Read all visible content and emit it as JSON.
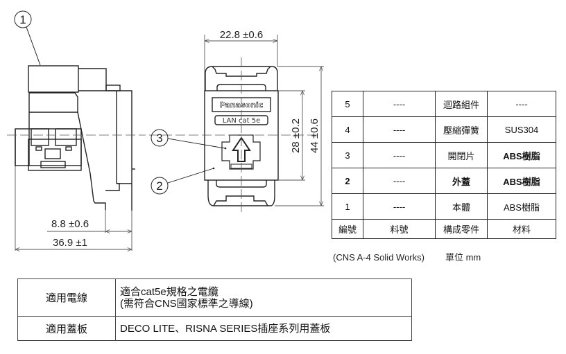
{
  "drawing": {
    "callouts": [
      "1",
      "2",
      "3"
    ],
    "dimensions": {
      "side_depth_front": "8.8 ±0.6",
      "side_depth_total": "36.9 ±1",
      "front_width": "22.8 ±0.6",
      "front_height_inner": "28 ±0.2",
      "front_height_total": "44 ±0.6"
    },
    "front_labels": {
      "brand": "Panasonic",
      "model": "LAN cat 5e"
    }
  },
  "parts_table": {
    "rows": [
      {
        "no": "5",
        "part_no": "----",
        "component": "迴路組件",
        "material": "----",
        "bold": false
      },
      {
        "no": "4",
        "part_no": "----",
        "component": "壓縮彈簧",
        "material": "SUS304",
        "bold": false
      },
      {
        "no": "3",
        "part_no": "----",
        "component": "開閉片",
        "material": "ABS樹脂",
        "bold": false
      },
      {
        "no": "2",
        "part_no": "----",
        "component": "外蓋",
        "material": "ABS樹脂",
        "bold": true
      },
      {
        "no": "1",
        "part_no": "----",
        "component": "本體",
        "material": "ABS樹脂",
        "bold": false
      }
    ],
    "header": {
      "no": "編號",
      "part_no": "料號",
      "component": "構成零件",
      "material": "材料"
    },
    "note": "(CNS A-4  Solid Works)",
    "unit": "單位 mm"
  },
  "spec_table": {
    "rows": [
      {
        "key": "適用電線",
        "line1": "適合cat5e規格之電纜",
        "line2": "(需符合CNS國家標準之導線)"
      },
      {
        "key": "適用蓋板",
        "line1": "DECO LITE、RISNA SERIES插座系列用蓋板"
      }
    ]
  }
}
